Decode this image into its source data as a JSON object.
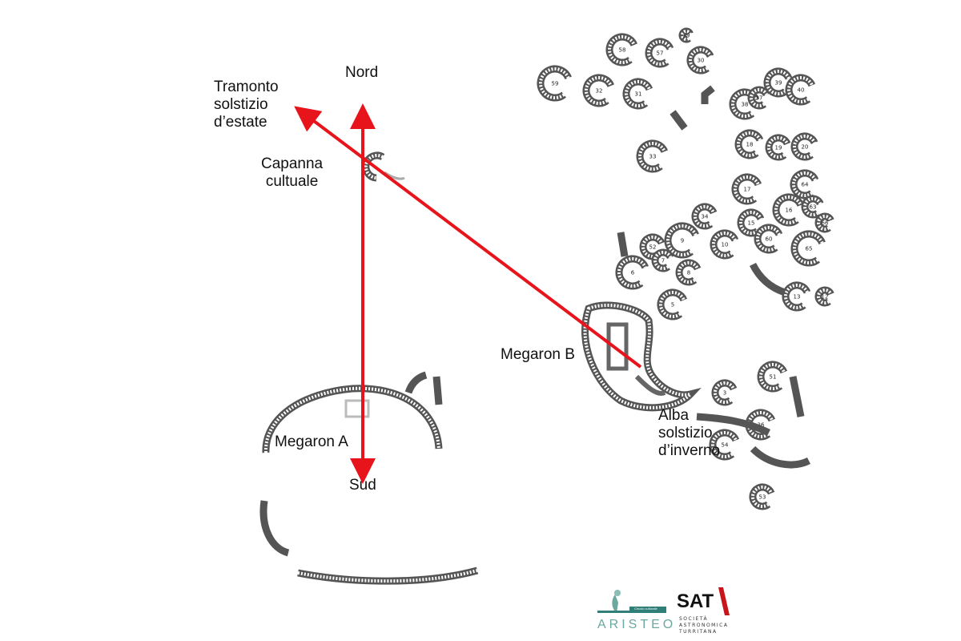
{
  "labels": {
    "nord": "Nord",
    "sud": "Sud",
    "tramonto": [
      "Tramonto",
      "solstizio",
      "d’estate"
    ],
    "capanna": [
      "Capanna",
      "cultuale"
    ],
    "megaron_a": "Megaron A",
    "megaron_b": "Megaron B",
    "alba": [
      "Alba",
      "solstizio",
      "d’inverno"
    ]
  },
  "hut_numbers": [
    "58",
    "57",
    "29",
    "30",
    "59",
    "32",
    "31",
    "39",
    "40",
    "38",
    "37",
    "33",
    "18",
    "19",
    "20",
    "17",
    "64",
    "63",
    "34",
    "16",
    "15",
    "66",
    "9",
    "52",
    "10",
    "60",
    "65",
    "7",
    "8",
    "6",
    "5",
    "13",
    "12",
    "3",
    "51",
    "36",
    "54",
    "53"
  ],
  "logos": {
    "aristeo": {
      "small": "Circolo culturale",
      "name": "ARISTEO"
    },
    "sat": {
      "mark": "SAT",
      "lines": [
        "SOCIETÀ",
        "ASTRONOMICA",
        "TURRITANA"
      ]
    }
  },
  "colors": {
    "axis_line": "#e8141b",
    "wall": "#555555",
    "text": "#111111"
  }
}
